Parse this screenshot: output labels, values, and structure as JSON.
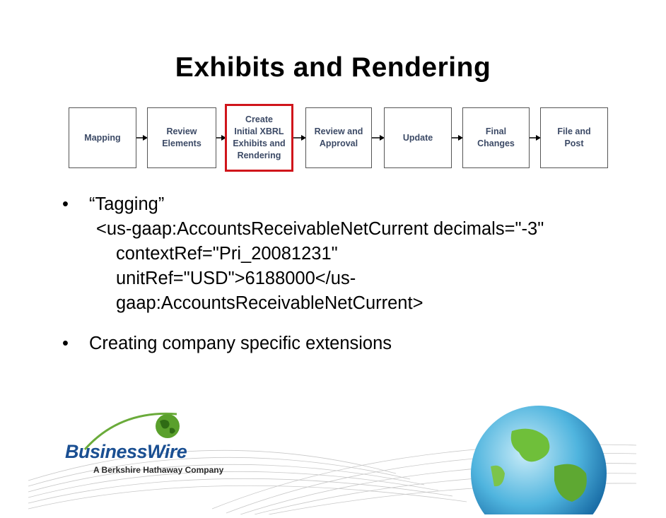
{
  "slide": {
    "title": "Exhibits and Rendering"
  },
  "flow": {
    "steps": [
      {
        "label": "Mapping",
        "highlighted": false
      },
      {
        "label": "Review\nElements",
        "highlighted": false
      },
      {
        "label": "Create\nInitial XBRL\nExhibits and\nRendering",
        "highlighted": true
      },
      {
        "label": "Review and\nApproval",
        "highlighted": false
      },
      {
        "label": "Update",
        "highlighted": false
      },
      {
        "label": "Final\nChanges",
        "highlighted": false
      },
      {
        "label": "File and\nPost",
        "highlighted": false
      }
    ],
    "box_text_color": "#3c4a66",
    "highlight_color": "#d0151b"
  },
  "bullets": {
    "marker": "•",
    "item1": "“Tagging”",
    "code": {
      "line1": "<us-gaap:AccountsReceivableNetCurrent decimals=\"-3\"",
      "line2": "contextRef=\"Pri_20081231\"",
      "line3": "unitRef=\"USD\">6188000</us-",
      "line4": "gaap:AccountsReceivableNetCurrent>"
    },
    "item2": "Creating company specific extensions"
  },
  "footer": {
    "brand_name": "BusinessWire",
    "brand_tagline": "A Berkshire Hathaway Company",
    "brand_color": "#1a4f92",
    "globe_icon": "globe-icon"
  }
}
